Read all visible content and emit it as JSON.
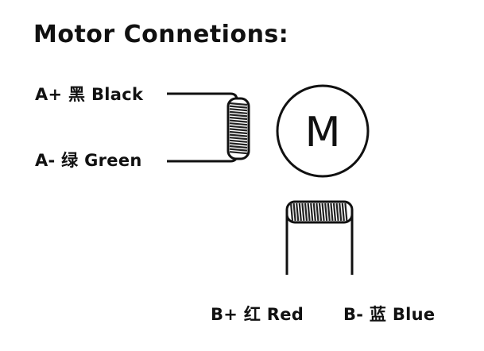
{
  "title": "Motor Connetions:",
  "motor_letter": "M",
  "wires": {
    "a_plus": "A+ 黑 Black",
    "a_minus": "A- 绿 Green",
    "b_plus": "B+ 红 Red",
    "b_minus": "B- 蓝 Blue"
  },
  "colors": {
    "ink": "#111111",
    "background": "#ffffff"
  }
}
